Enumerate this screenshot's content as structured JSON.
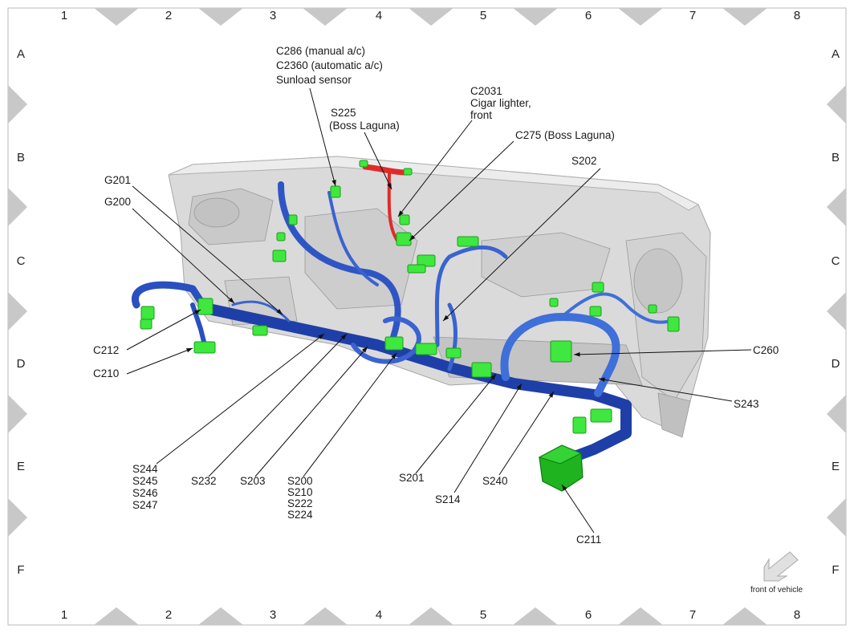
{
  "grid": {
    "columns": [
      "1",
      "2",
      "3",
      "4",
      "5",
      "6",
      "7",
      "8"
    ],
    "rows": [
      "A",
      "B",
      "C",
      "D",
      "E",
      "F"
    ]
  },
  "callouts": {
    "c286": [
      "C286 (manual a/c)",
      "C2360 (automatic a/c)",
      "Sunload sensor"
    ],
    "s225": [
      "S225",
      "(Boss Laguna)"
    ],
    "c2031": [
      "C2031",
      "Cigar lighter,",
      "front"
    ],
    "c275": [
      "C275 (Boss Laguna)"
    ],
    "s202": [
      "S202"
    ],
    "g201": [
      "G201"
    ],
    "g200": [
      "G200"
    ],
    "c212": [
      "C212"
    ],
    "c210": [
      "C210"
    ],
    "c260": [
      "C260"
    ],
    "s243": [
      "S243"
    ],
    "s244": [
      "S244",
      "S245",
      "S246",
      "S247"
    ],
    "s232": [
      "S232"
    ],
    "s203": [
      "S203"
    ],
    "s200": [
      "S200",
      "S210",
      "S222",
      "S224"
    ],
    "s201": [
      "S201"
    ],
    "s214": [
      "S214"
    ],
    "s240": [
      "S240"
    ],
    "c211": [
      "C211"
    ]
  },
  "orientation": {
    "label": "front of vehicle",
    "icon": "arrow-down-left-icon"
  },
  "colors": {
    "harness_blue": "#1f3fa8",
    "harness_light_blue": "#3f6fd8",
    "harness_red": "#e02b2b",
    "connector_green": "#3ee83e",
    "dash_gray": "#d8d8d8",
    "border_marker": "#c8c8c8"
  }
}
